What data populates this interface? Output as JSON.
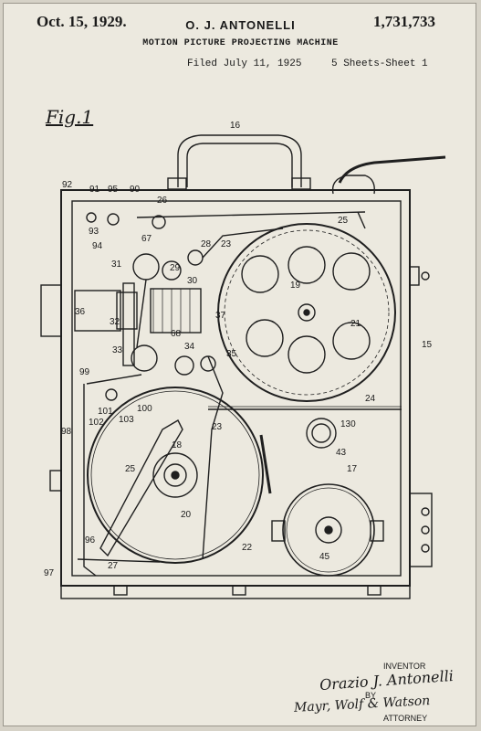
{
  "header": {
    "date": "Oct. 15, 1929.",
    "inventor": "O. J. ANTONELLI",
    "patent_number": "1,731,733",
    "title": "MOTION PICTURE PROJECTING MACHINE",
    "filed": "Filed July 11, 1925",
    "sheets": "5 Sheets-Sheet 1"
  },
  "figure": {
    "label": "Fig.1",
    "refs": {
      "r16": "16",
      "r92": "92",
      "r91": "91",
      "r95": "95",
      "r90": "90",
      "r26": "26",
      "r25a": "25",
      "r93": "93",
      "r94": "94",
      "r67": "67",
      "r28": "28",
      "r23a": "23",
      "r31": "31",
      "r29": "29",
      "r30": "30",
      "r19": "19",
      "r36": "36",
      "r32": "32",
      "r37": "37",
      "r21": "21",
      "r68": "68",
      "r15": "15",
      "r33": "33",
      "r34": "34",
      "r35": "35",
      "r99": "99",
      "r24": "24",
      "r100": "100",
      "r101": "101",
      "r102": "102",
      "r103": "103",
      "r130": "130",
      "r98": "98",
      "r23b": "23",
      "r43": "43",
      "r18": "18",
      "r17": "17",
      "r25b": "25",
      "r20": "20",
      "r22": "22",
      "r45": "45",
      "r96": "96",
      "r97": "97",
      "r27": "27"
    }
  },
  "footer": {
    "inventor_label": "INVENTOR",
    "inventor_signature": "Orazio J. Antonelli",
    "by_label": "BY",
    "attorney_signature": "Mayr, Wolf & Watson",
    "attorney_label": "ATTORNEY"
  }
}
